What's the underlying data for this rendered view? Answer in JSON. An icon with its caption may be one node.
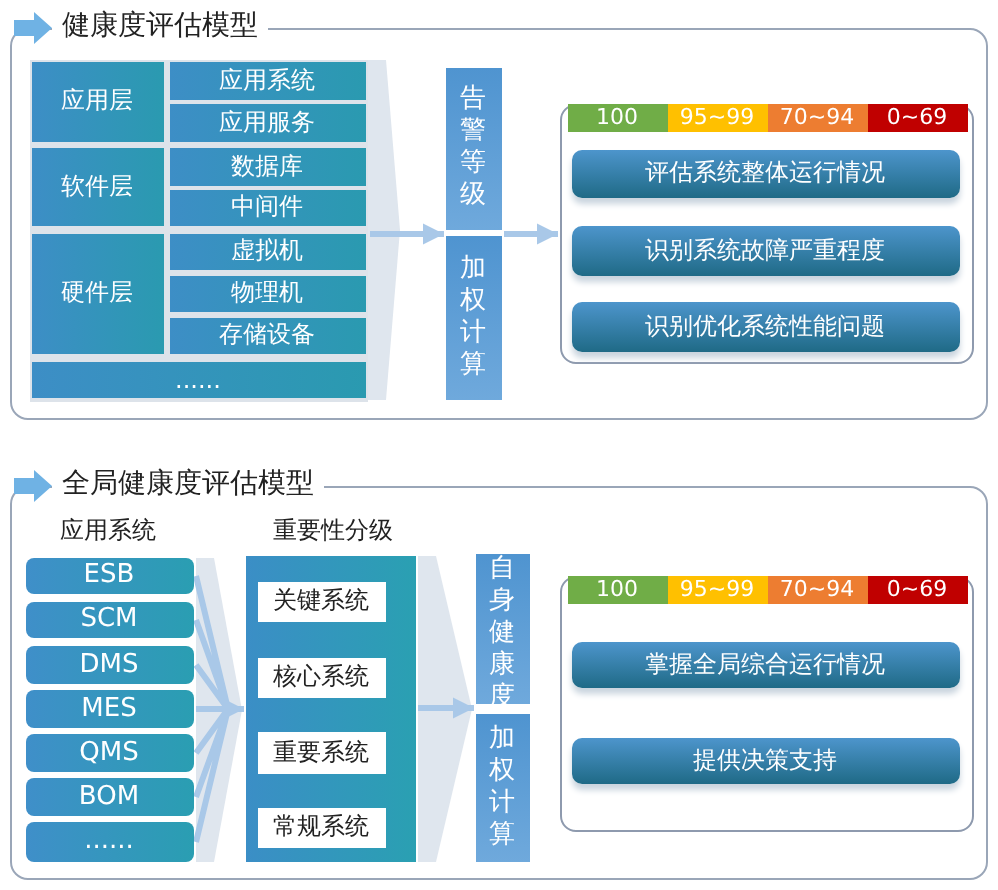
{
  "diagram": {
    "nodes": [
      {
        "text": [
          "健康度评估模型"
        ]
      },
      {
        "text": [],
        "shape": "box",
        "in": 0
      },
      {
        "text": [
          "应用层"
        ],
        "in": 1
      },
      {
        "text": [
          "应用系统"
        ],
        "in": 1
      },
      {
        "text": [
          "应用服务"
        ],
        "in": 1
      },
      {
        "text": [
          "软件层"
        ],
        "in": 1
      },
      {
        "text": [
          "数据库"
        ],
        "in": 1
      },
      {
        "text": [
          "中间件"
        ],
        "in": 1
      },
      {
        "text": [
          "硬件层"
        ],
        "in": 1
      },
      {
        "text": [
          "虚拟机"
        ],
        "in": 1
      },
      {
        "text": [
          "物理机"
        ],
        "in": 1
      },
      {
        "text": [
          "存储设备"
        ],
        "in": 1
      },
      {
        "text": [
          "......"
        ],
        "in": 1
      },
      {
        "text": [
          "告警等级"
        ],
        "in": 0
      },
      {
        "text": [
          "加权计算"
        ],
        "in": 0
      },
      {
        "text": [],
        "shape": "box",
        "in": 0
      },
      {
        "text": [
          "100"
        ],
        "in": 15
      },
      {
        "text": [
          "95~99"
        ],
        "in": 15
      },
      {
        "text": [
          "70~94"
        ],
        "in": 15
      },
      {
        "text": [
          "0~69"
        ],
        "in": 15
      },
      {
        "text": [
          "评估系统整体运行情况"
        ],
        "in": 15
      },
      {
        "text": [
          "识别系统故障严重程度"
        ],
        "in": 15
      },
      {
        "text": [
          "识别优化系统性能问题"
        ],
        "in": 15
      },
      {
        "text": [
          "全局健康度评估模型"
        ]
      },
      {
        "text": [
          "ESB"
        ],
        "in": 23
      },
      {
        "text": [
          "SCM"
        ],
        "in": 23
      },
      {
        "text": [
          "DMS"
        ],
        "in": 23
      },
      {
        "text": [
          "MES"
        ],
        "in": 23
      },
      {
        "text": [
          "QMS"
        ],
        "in": 23
      },
      {
        "text": [
          "BOM"
        ],
        "in": 23
      },
      {
        "text": [
          "......"
        ],
        "in": 23
      },
      {
        "text": [
          "重要性分级"
        ],
        "in": 23
      },
      {
        "text": [
          "关键系统"
        ],
        "in": 31
      },
      {
        "text": [
          "核心系统"
        ],
        "in": 31
      },
      {
        "text": [
          "重要系统"
        ],
        "in": 31
      },
      {
        "text": [
          "常规系统"
        ],
        "in": 31
      },
      {
        "text": [
          "自身健康度"
        ],
        "in": 23
      },
      {
        "text": [
          "加权计算"
        ],
        "in": 23
      },
      {
        "text": [],
        "shape": "box",
        "in": 23
      },
      {
        "text": [
          "100"
        ],
        "in": 38
      },
      {
        "text": [
          "95~99"
        ],
        "in": 38
      },
      {
        "text": [
          "70~94"
        ],
        "in": 38
      },
      {
        "text": [
          "0~69"
        ],
        "in": 38
      },
      {
        "text": [
          "掌握全局综合运行情况"
        ],
        "in": 38
      },
      {
        "text": [
          "提供决策支持"
        ],
        "in": 38
      }
    ],
    "edges": [
      {
        "from": 1,
        "to": 13,
        "arrow": "to"
      },
      {
        "from": 1,
        "to": 14,
        "arrow": "to"
      },
      {
        "from": 13,
        "to": 15,
        "arrow": "to"
      },
      {
        "from": 14,
        "to": 15,
        "arrow": "to"
      },
      {
        "from": 24,
        "to": 31,
        "arrow": "to"
      },
      {
        "from": 25,
        "to": 31,
        "arrow": "to"
      },
      {
        "from": 26,
        "to": 31,
        "arrow": "to"
      },
      {
        "from": 27,
        "to": 31,
        "arrow": "to"
      },
      {
        "from": 28,
        "to": 31,
        "arrow": "to"
      },
      {
        "from": 29,
        "to": 31,
        "arrow": "to"
      },
      {
        "from": 30,
        "to": 31,
        "arrow": "to"
      },
      {
        "from": 31,
        "to": 36,
        "arrow": "to"
      },
      {
        "from": 31,
        "to": 37,
        "arrow": "to"
      }
    ],
    "labels": [
      "应用系统"
    ]
  }
}
